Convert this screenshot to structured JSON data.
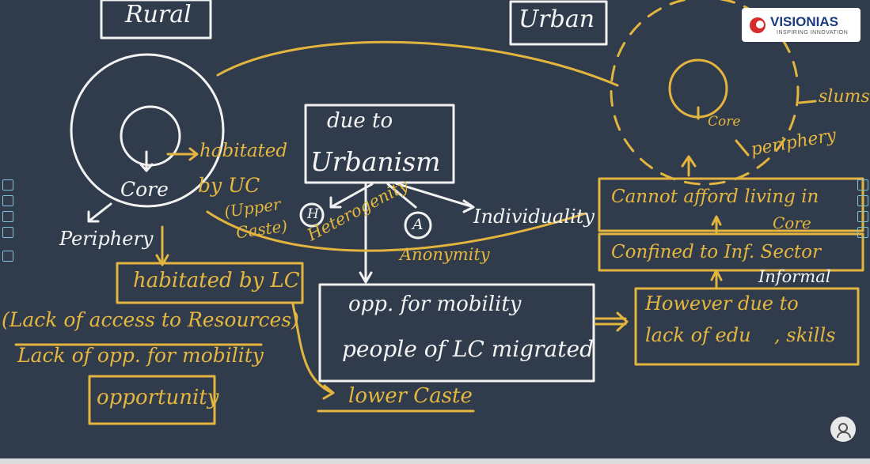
{
  "logo": {
    "name": "VISIONIAS",
    "tagline": "INSPIRING INNOVATION"
  },
  "rural": {
    "title": "Rural",
    "core": "Core",
    "habitated_uc": "habitated",
    "by_uc": "by UC",
    "upper": "(Upper",
    "caste": "Caste)",
    "periphery": "Periphery",
    "habitated_lc": "habitated by LC",
    "lack_access": "(Lack of access to Resources)",
    "lack_opp": "Lack of opp. for mobility",
    "opportunity": "opportunity"
  },
  "middle": {
    "due_to": "due to",
    "urbanism": "Urbanism",
    "h_mark": "H",
    "heterogenity": "Heterogenity",
    "a_mark": "A",
    "anonymity": "Anonymity",
    "individuality": "Individuality",
    "opp_mobility": "opp. for mobility",
    "people_lc_migrated": "people of LC migrated",
    "lower_caste": "lower Caste"
  },
  "urban": {
    "title": "Urban",
    "core": "Core",
    "slums": "slums",
    "periphery": "periphery",
    "cannot_afford": "Cannot afford living in",
    "core_label": "Core",
    "confined": "Confined to Inf. Sector",
    "informal": "Informal",
    "however": "However due to",
    "lack_edu": "lack of edu",
    "skills": ", skills"
  }
}
